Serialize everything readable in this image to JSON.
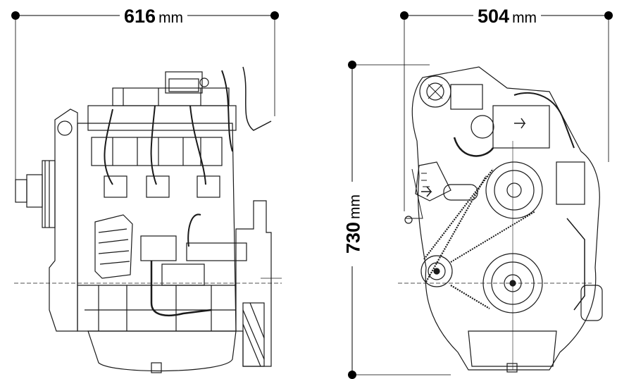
{
  "dimensions": {
    "side_width": {
      "value": "616",
      "unit": "mm"
    },
    "front_width": {
      "value": "504",
      "unit": "mm"
    },
    "height": {
      "value": "730",
      "unit": "mm"
    }
  },
  "colors": {
    "line": "#000000",
    "background": "#ffffff",
    "drawing": "#1a1a1a"
  }
}
